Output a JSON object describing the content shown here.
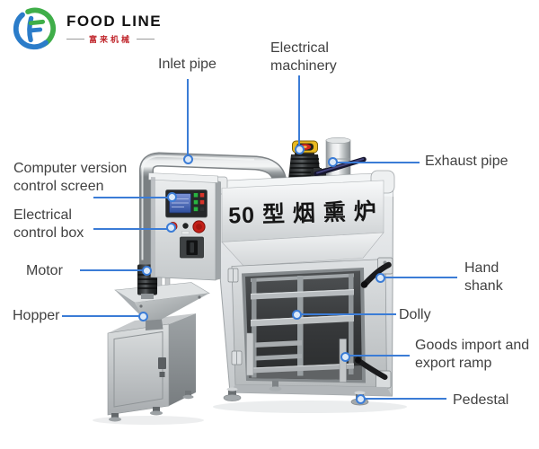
{
  "brand": {
    "name": "FOOD LINE",
    "subtitle": "富来机械",
    "colors": {
      "green": "#3fae49",
      "blue": "#2b7cc9",
      "subtitle_red": "#c0272d"
    }
  },
  "machine": {
    "sign_text": "50 型 烟 熏 炉",
    "description": "stainless steel smokehouse oven diagram"
  },
  "callouts": {
    "inlet_pipe": {
      "label": "Inlet pipe"
    },
    "electrical_machinery": {
      "label": "Electrical machinery"
    },
    "computer_screen": {
      "label": "Computer version control screen"
    },
    "electrical_control_box": {
      "label": "Electrical control box"
    },
    "motor": {
      "label": "Motor"
    },
    "hopper": {
      "label": "Hopper"
    },
    "exhaust_pipe": {
      "label": "Exhaust pipe"
    },
    "hand_shank": {
      "label": "Hand shank"
    },
    "dolly": {
      "label": "Dolly"
    },
    "goods_ramp": {
      "label": "Goods import and export ramp"
    },
    "pedestal": {
      "label": "Pedestal"
    }
  },
  "colors": {
    "leader_line": "#3b7cd6",
    "label_text": "#414141",
    "sign_text": "#161616"
  }
}
